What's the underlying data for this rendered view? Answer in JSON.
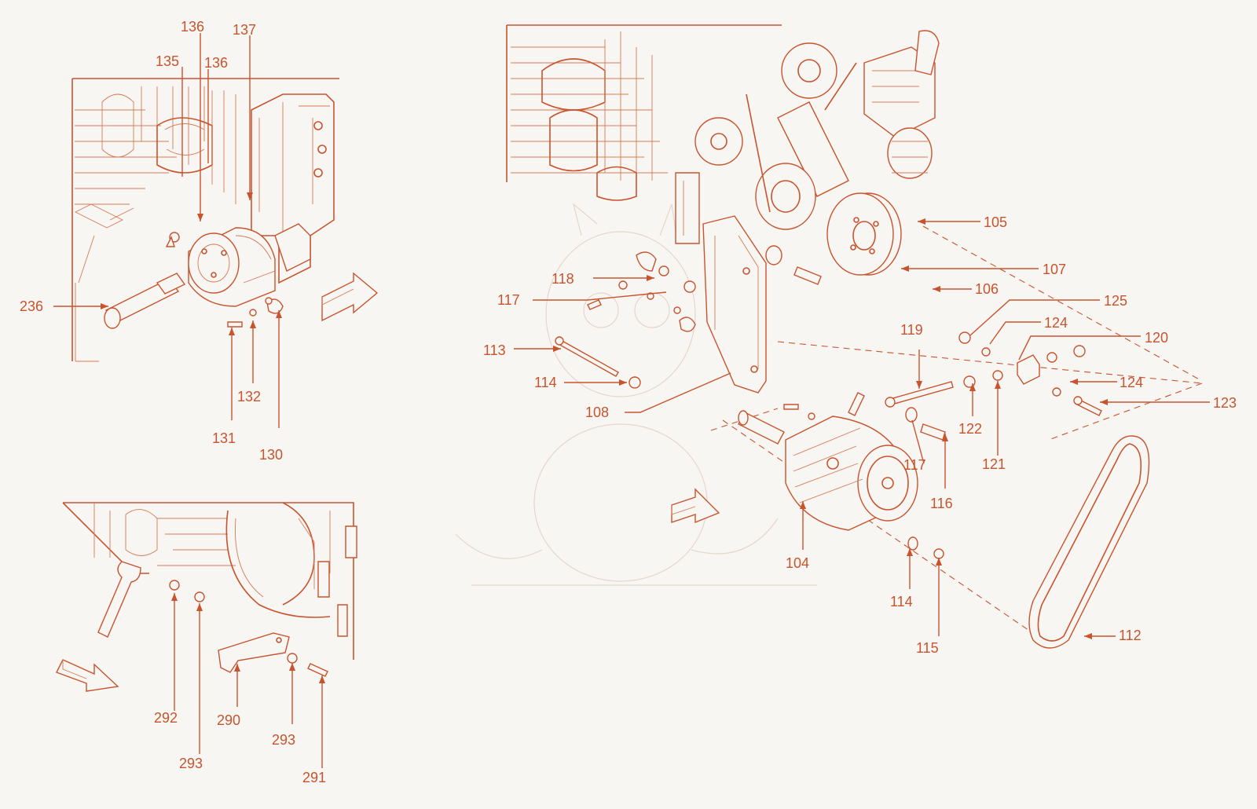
{
  "callouts": {
    "c136a": "136",
    "c137": "137",
    "c135": "135",
    "c136b": "136",
    "c236": "236",
    "c132": "132",
    "c131": "131",
    "c130": "130",
    "c292": "292",
    "c290": "290",
    "c293a": "293",
    "c293b": "293",
    "c291": "291",
    "c105": "105",
    "c107": "107",
    "c106": "106",
    "c118": "118",
    "c117a": "117",
    "c125": "125",
    "c113": "113",
    "c119": "119",
    "c124a": "124",
    "c120": "120",
    "c114a": "114",
    "c124b": "124",
    "c108": "108",
    "c123": "123",
    "c122": "122",
    "c117b": "117",
    "c121": "121",
    "c116": "116",
    "c104": "104",
    "c114b": "114",
    "c112": "112",
    "c115": "115"
  },
  "colors": {
    "line": "#c8542e",
    "background": "#f7f6f3"
  },
  "icons": [
    "orientation-arrow-icon",
    "orientation-arrow-icon",
    "orientation-arrow-icon"
  ]
}
